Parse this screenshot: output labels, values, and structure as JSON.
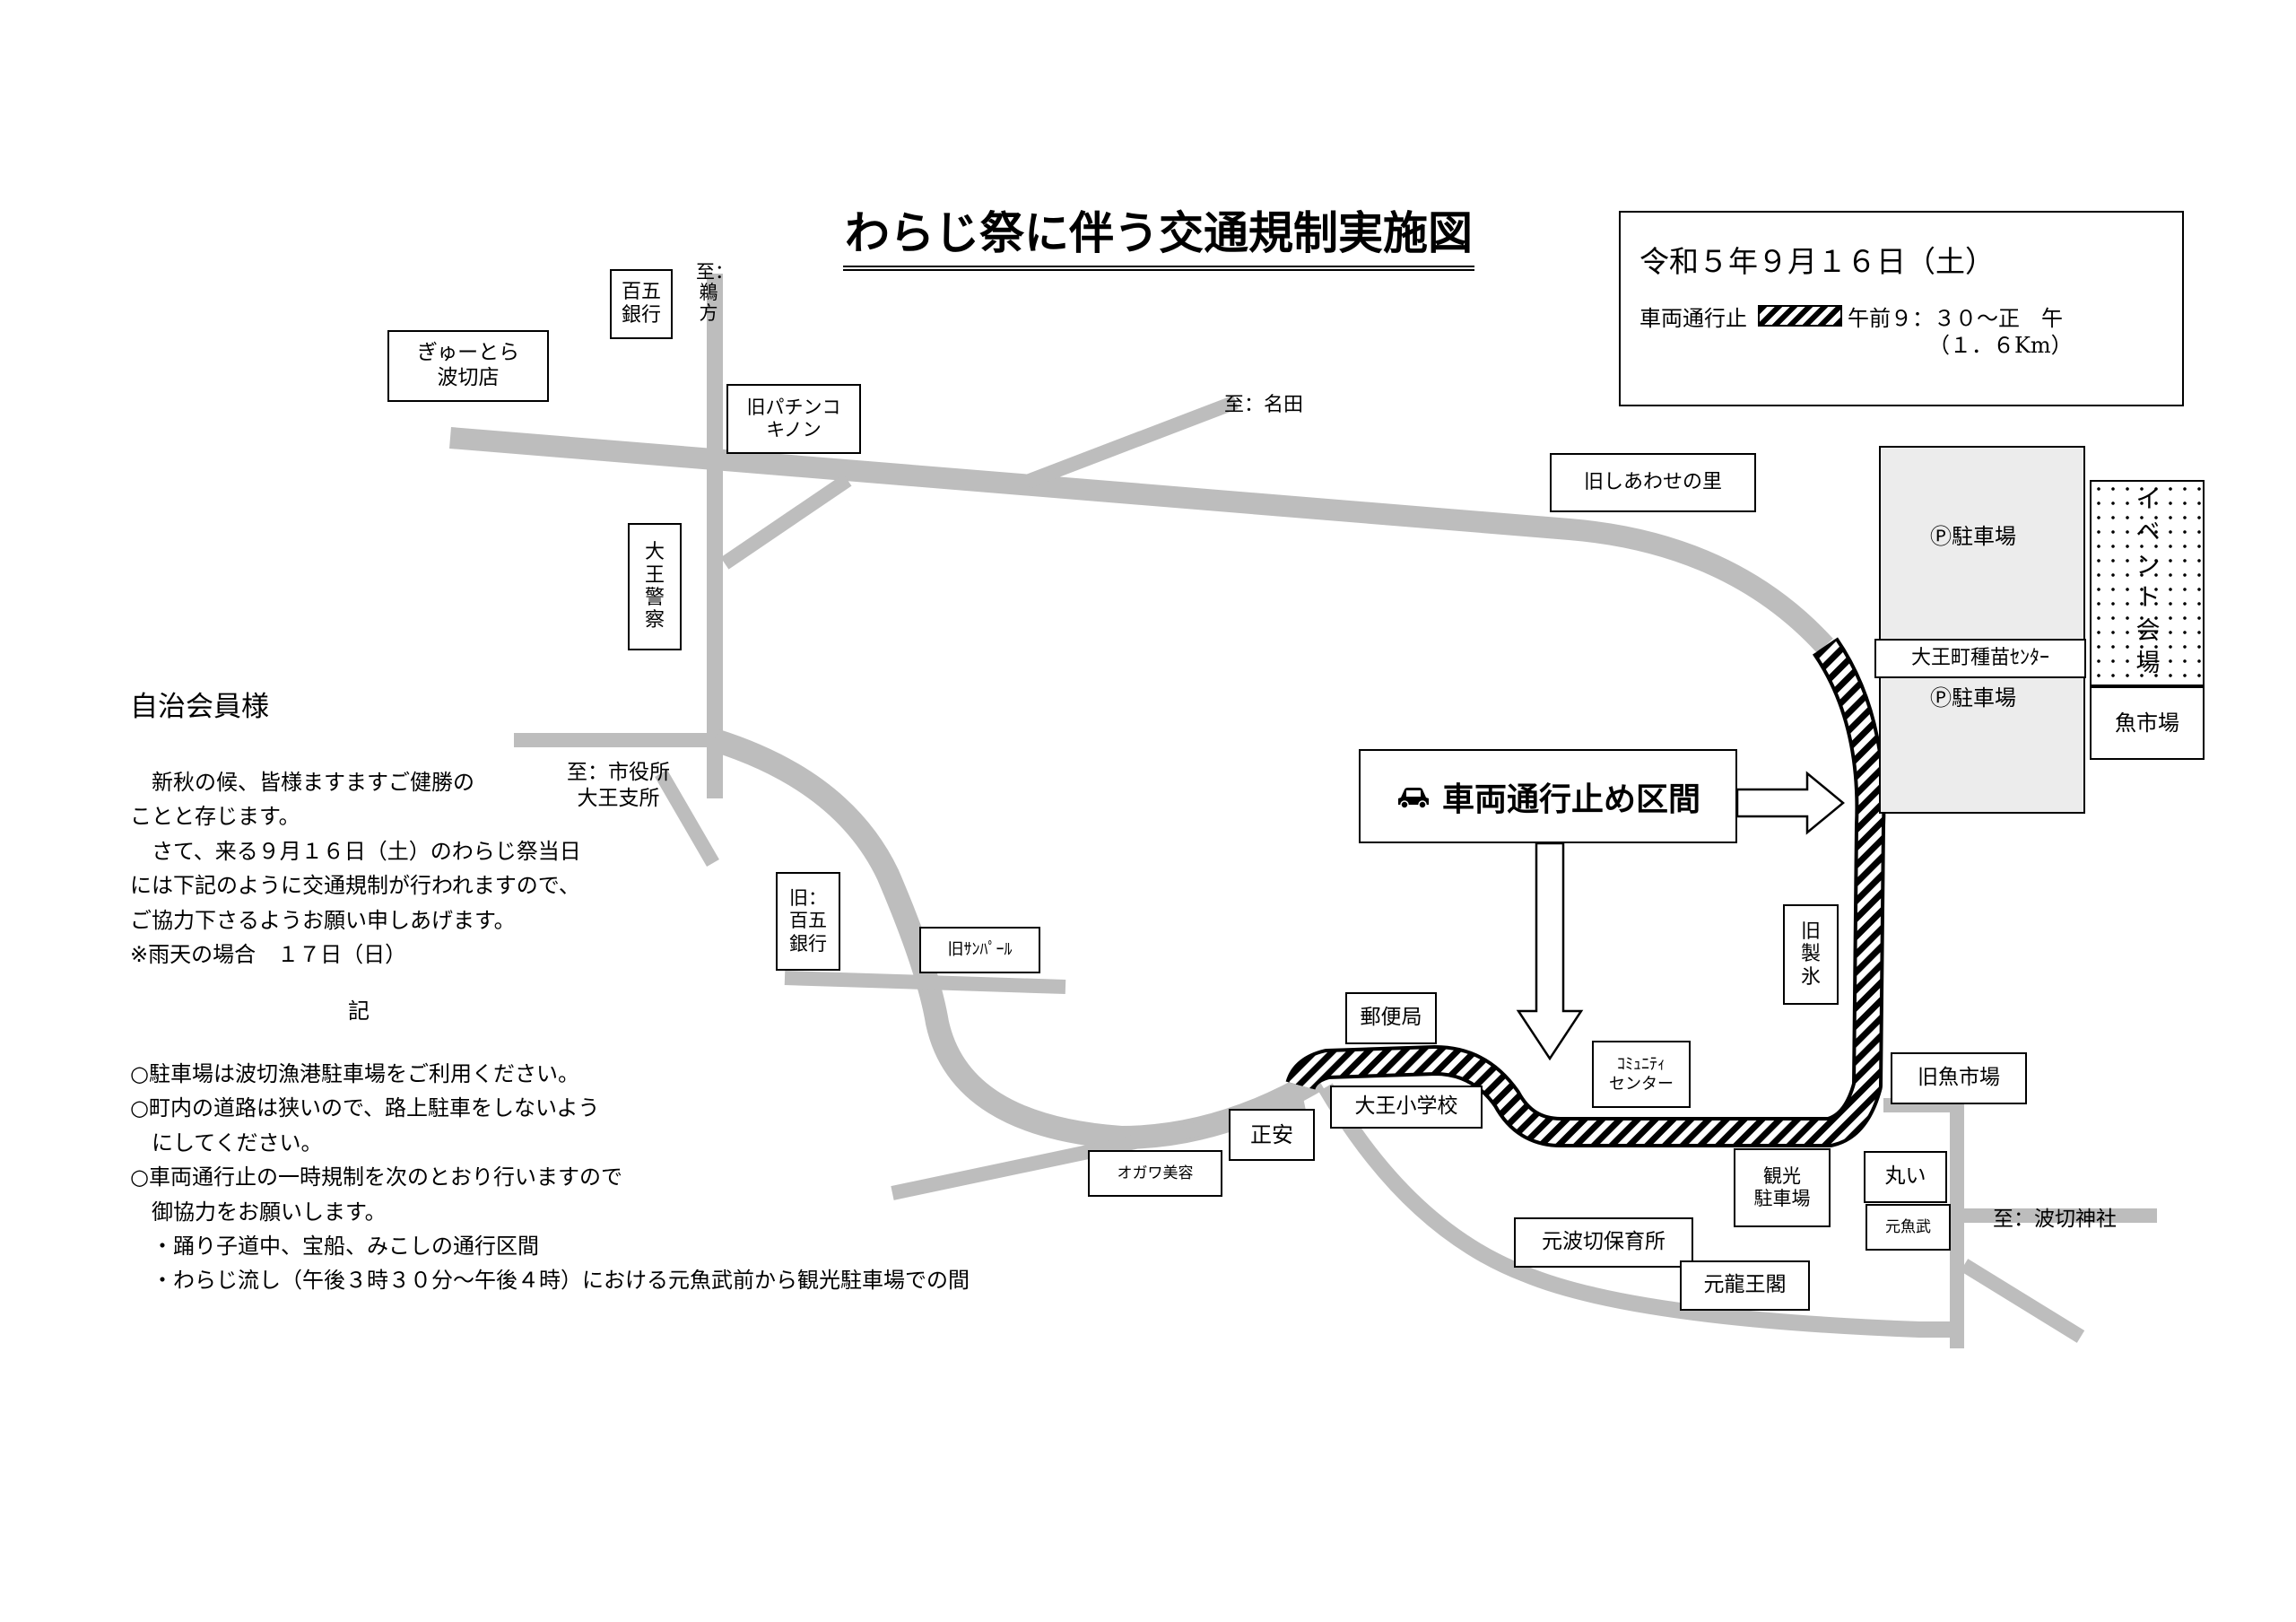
{
  "title": "わらじ祭に伴う交通規制実施図",
  "info": {
    "date": "令和５年９月１６日（土）",
    "closure_label": "車両通行止",
    "time": "午前９：３０～正　午",
    "distance": "（１．６Km）"
  },
  "closure_callout": "車両通行止め区間",
  "directions": {
    "udogata": "至：鵜方",
    "nada": "至：名田",
    "city_hall": "至：市役所\n大王支所",
    "shrine": "至：波切神社"
  },
  "landmarks": {
    "hyakugo_bank": "百五\n銀行",
    "gyutora": "ぎゅーとら\n波切店",
    "pachinko": "旧パチンコ\nキノン",
    "police": "大\n王\n警\n察",
    "shiawase": "旧しあわせの里",
    "parking1": "Ⓟ駐車場",
    "seedling_center": "大王町種苗ｾﾝﾀｰ",
    "parking2": "Ⓟ駐車場",
    "event_venue": "イ\nベ\nン\nト\n会\n場",
    "fish_market": "魚市場",
    "old_ice": "旧\n製\n氷",
    "old_hyakugo": "旧：\n百五\n銀行",
    "old_sunpearl": "旧ｻﾝﾊﾟｰﾙ",
    "post_office": "郵便局",
    "community_center": "ｺﾐｭﾆﾃｨ\nセンター",
    "daio_school": "大王小学校",
    "seian": "正安",
    "ogawa": "オガワ美容",
    "tourist_parking": "観光\n駐車場",
    "old_fish_market": "旧魚市場",
    "marui": "丸い",
    "motouotake": "元魚武",
    "nursery": "元波切保育所",
    "ryuoukaku": "元龍王閣"
  },
  "letter": {
    "heading": "自治会員様",
    "para1": "　新秋の候、皆様ますますご健勝の\nことと存じます。\n　さて、来る９月１６日（土）のわらじ祭当日\nには下記のように交通規制が行われますので、\nご協力下さるようお願い申しあげます。\n※雨天の場合　１７日（日）",
    "ki": "記",
    "items": "○駐車場は波切漁港駐車場をご利用ください。\n○町内の道路は狭いので、路上駐車をしないよう\n　にしてください。\n○車両通行止の一時規制を次のとおり行いますので\n　御協力をお願いします。\n　・踊り子道中、宝船、みこしの通行区間\n　・わらじ流し（午後３時３０分～午後４時）における元魚武前から観光駐車場での間"
  },
  "colors": {
    "road": "#bdbdbd",
    "hatch": "#000000",
    "parking_fill": "#ececec"
  },
  "icons": {
    "car": "car-icon",
    "arrow_right": "arrow-right-outline",
    "arrow_down": "arrow-down-outline"
  }
}
